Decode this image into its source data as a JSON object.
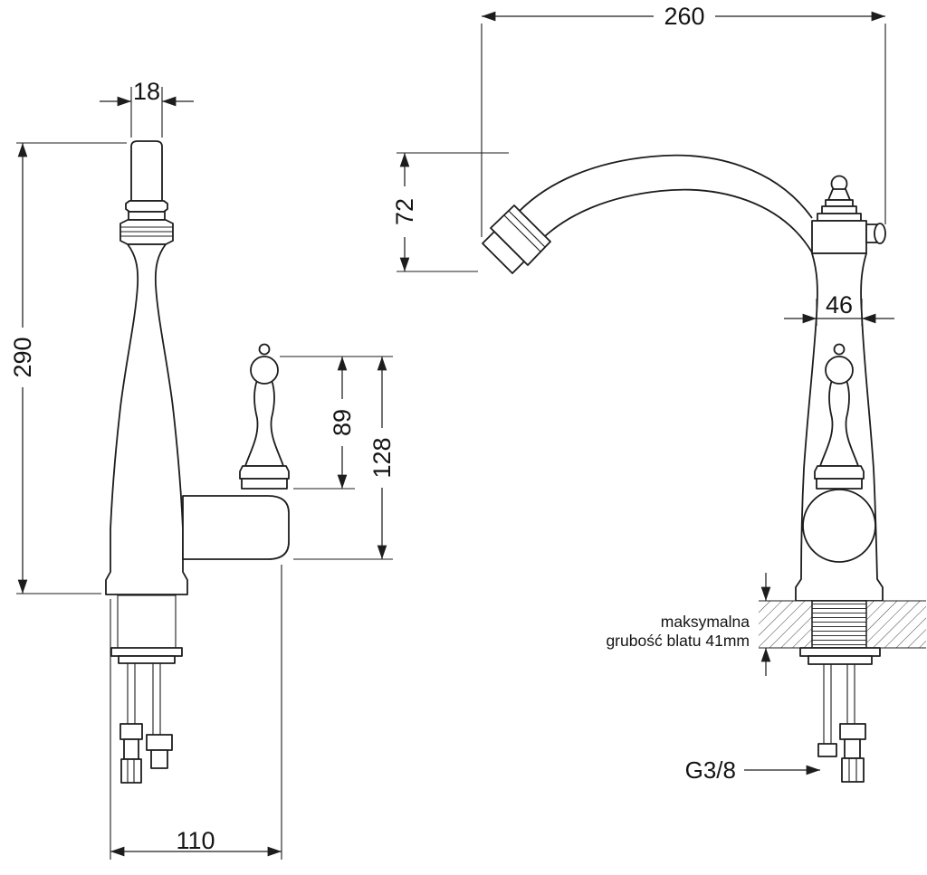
{
  "drawing": {
    "front_view": {
      "dim_spout_tip_width": "18",
      "dim_total_height": "290",
      "dim_handle_height": "89",
      "dim_handle_overall": "128",
      "dim_base_span": "110"
    },
    "side_view": {
      "dim_spout_reach": "260",
      "dim_spout_drop": "72",
      "dim_body_width": "46",
      "note_max_counter_line1": "maksymalna",
      "note_max_counter_line2": "grubość blatu 41mm",
      "connection_thread": "G3/8"
    }
  }
}
